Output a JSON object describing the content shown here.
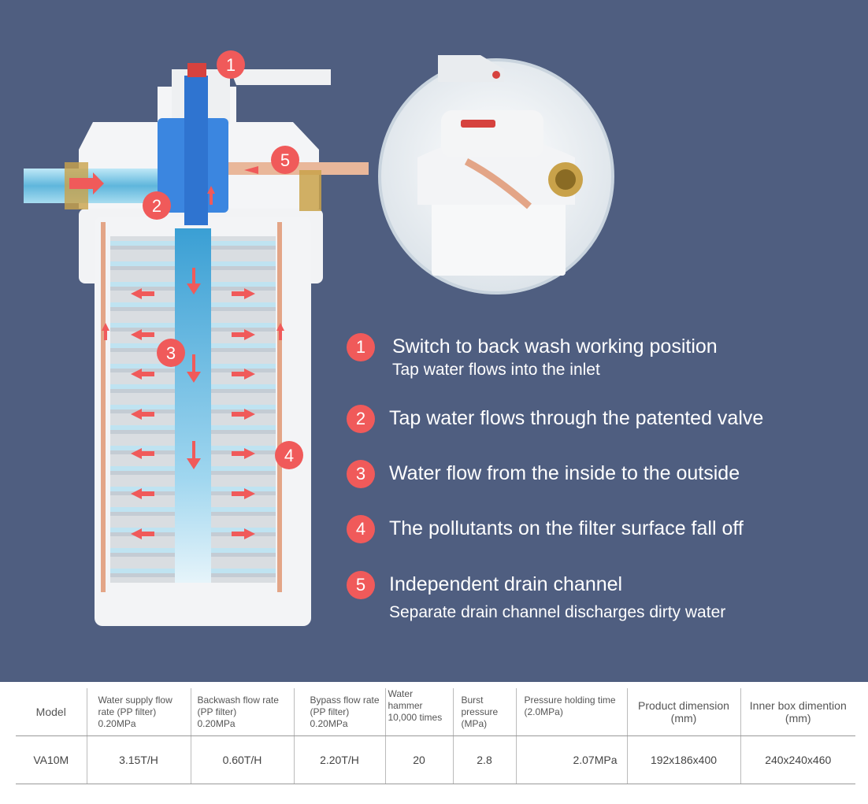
{
  "callouts": [
    "1",
    "2",
    "3",
    "4",
    "5"
  ],
  "legend": [
    {
      "num": "1",
      "title": "Switch to back wash working position",
      "sub": "Tap water flows into the inlet"
    },
    {
      "num": "2",
      "title": "Tap water flows through the patented valve",
      "sub": ""
    },
    {
      "num": "3",
      "title": "Water flow from the inside to the outside",
      "sub": ""
    },
    {
      "num": "4",
      "title": "The pollutants on the filter surface fall off",
      "sub": ""
    },
    {
      "num": "5",
      "title": "Independent drain channel",
      "sub": "Separate drain channel discharges dirty water"
    }
  ],
  "table": {
    "headers": [
      [
        "Model"
      ],
      [
        "Water supply flow",
        "rate (PP filter)",
        "0.20MPa"
      ],
      [
        "Backwash flow rate",
        "(PP filter)",
        "0.20MPa"
      ],
      [
        "Bypass flow rate",
        "(PP filter)",
        "0.20MPa"
      ],
      [
        "Water hammer",
        "10,000 times"
      ],
      [
        "Burst",
        "pressure",
        "(MPa)"
      ],
      [
        "Pressure holding time",
        "(2.0MPa)"
      ],
      [
        "Product dimension",
        "(mm)"
      ],
      [
        "Inner box dimention",
        "(mm)"
      ]
    ],
    "row": [
      "VA10M",
      "3.15T/H",
      "0.60T/H",
      "2.20T/H",
      "20",
      "2.8",
      "2.07MPa",
      "192x186x400",
      "240x240x460"
    ]
  },
  "colors": {
    "panel": "#4f5e80",
    "accent": "#f05a5a",
    "valve": "#2f7fe0"
  }
}
